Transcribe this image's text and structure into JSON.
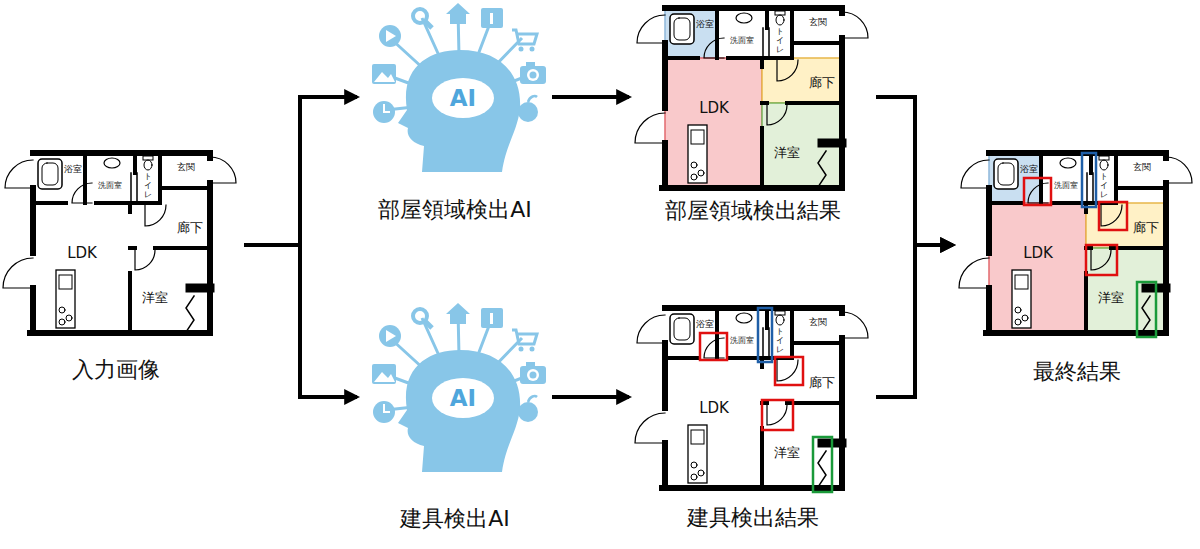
{
  "diagram": {
    "nodes": [
      {
        "text": [
          "入力画像"
        ]
      },
      {
        "text": [
          "AI",
          "部屋領域検出AI"
        ]
      },
      {
        "text": [
          "AI",
          "建具検出AI"
        ]
      },
      {
        "text": [
          "部屋領域検出結果"
        ]
      },
      {
        "text": [
          "建具検出結果"
        ]
      },
      {
        "text": [
          "最終結果"
        ]
      }
    ],
    "edges": [
      {
        "from": 0,
        "to": 1,
        "arrow": "to"
      },
      {
        "from": 0,
        "to": 2,
        "arrow": "to"
      },
      {
        "from": 1,
        "to": 3,
        "arrow": "to"
      },
      {
        "from": 2,
        "to": 4,
        "arrow": "to"
      },
      {
        "from": 3,
        "to": 5,
        "arrow": "to"
      },
      {
        "from": 4,
        "to": 5,
        "arrow": "to"
      }
    ],
    "labels": [
      "浴室",
      "洗面室",
      "トイレ",
      "玄関",
      "廊下",
      "LDK",
      "洋室",
      "浴室",
      "洗面室",
      "トイレ",
      "玄関",
      "廊下",
      "LDK",
      "洋室",
      "浴室",
      "洗面室",
      "トイレ",
      "玄関",
      "廊下",
      "LDK",
      "洋室",
      "浴室",
      "洗面室",
      "トイレ",
      "玄関",
      "廊下",
      "LDK",
      "洋室"
    ]
  }
}
